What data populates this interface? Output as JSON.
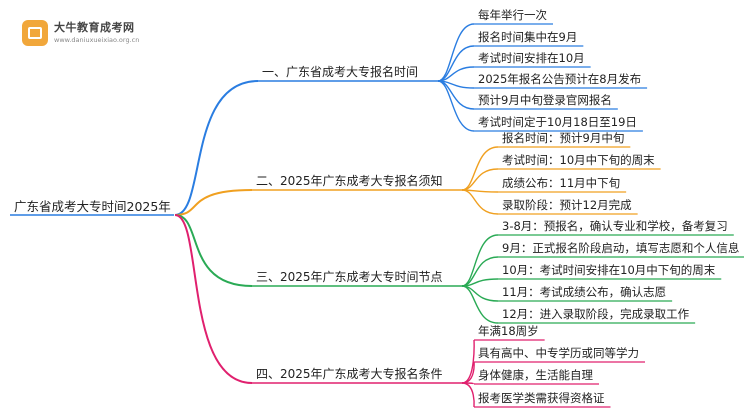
{
  "logo": {
    "title": "大牛教育成考网",
    "url": "www.daniuxueixiao.org.cn"
  },
  "root": {
    "label": "广东省成考大专时间2025年"
  },
  "colors": {
    "blue": "#2a7de1",
    "orange": "#f0a020",
    "green": "#2aaa55",
    "pink": "#e0206e",
    "line": "#2a7de1"
  },
  "branches": [
    {
      "label": "一、广东省成考大专报名时间",
      "color": "blue",
      "children": [
        "每年举行一次",
        "报名时间集中在9月",
        "考试时间安排在10月",
        "2025年报名公告预计在8月发布",
        "预计9月中旬登录官网报名",
        "考试时间定于10月18日至19日"
      ]
    },
    {
      "label": "二、2025年广东成考大专报名须知",
      "color": "orange",
      "children": [
        "报名时间：预计9月中旬",
        "考试时间：10月中下旬的周末",
        "成绩公布：11月中下旬",
        "录取阶段：预计12月完成"
      ]
    },
    {
      "label": "三、2025年广东成考大专时间节点",
      "color": "green",
      "children": [
        "3-8月：预报名，确认专业和学校，备考复习",
        "9月：正式报名阶段启动，填写志愿和个人信息",
        "10月：考试时间安排在10月中下旬的周末",
        "11月：考试成绩公布，确认志愿",
        "12月：进入录取阶段，完成录取工作"
      ]
    },
    {
      "label": "四、2025年广东成考大专报名条件",
      "color": "pink",
      "children": [
        "年满18周岁",
        "具有高中、中专学历或同等学力",
        "身体健康，生活能自理",
        "报考医学类需获得资格证"
      ]
    }
  ]
}
